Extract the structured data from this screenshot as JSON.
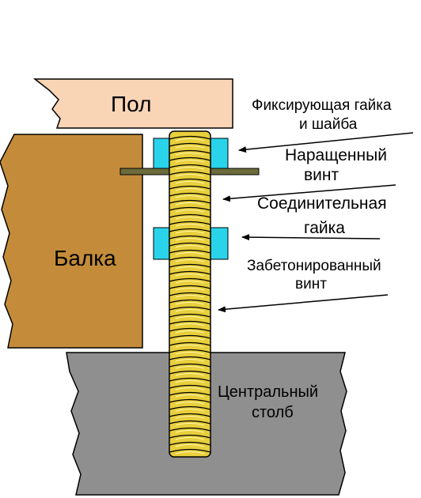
{
  "labels": {
    "floor": "Пол",
    "beam": "Балка",
    "fixing_nut_line1": "Фиксирующая гайка",
    "fixing_nut_line2": "и шайба",
    "extended_screw_line1": "Наращенный",
    "extended_screw_line2": "винт",
    "coupling_nut_line1": "Соединительная",
    "coupling_nut_line2": "гайка",
    "concreted_screw_line1": "Забетонированный",
    "concreted_screw_line2": "винт",
    "post_line1": "Центральный",
    "post_line2": "столб"
  },
  "colors": {
    "floor": "#f9d4b5",
    "beam": "#c48c3a",
    "post": "#8f8f8f",
    "nut": "#29d3ea",
    "thread": "#e8cf3c",
    "washer": "#6b6b3b",
    "outline": "#000000"
  }
}
